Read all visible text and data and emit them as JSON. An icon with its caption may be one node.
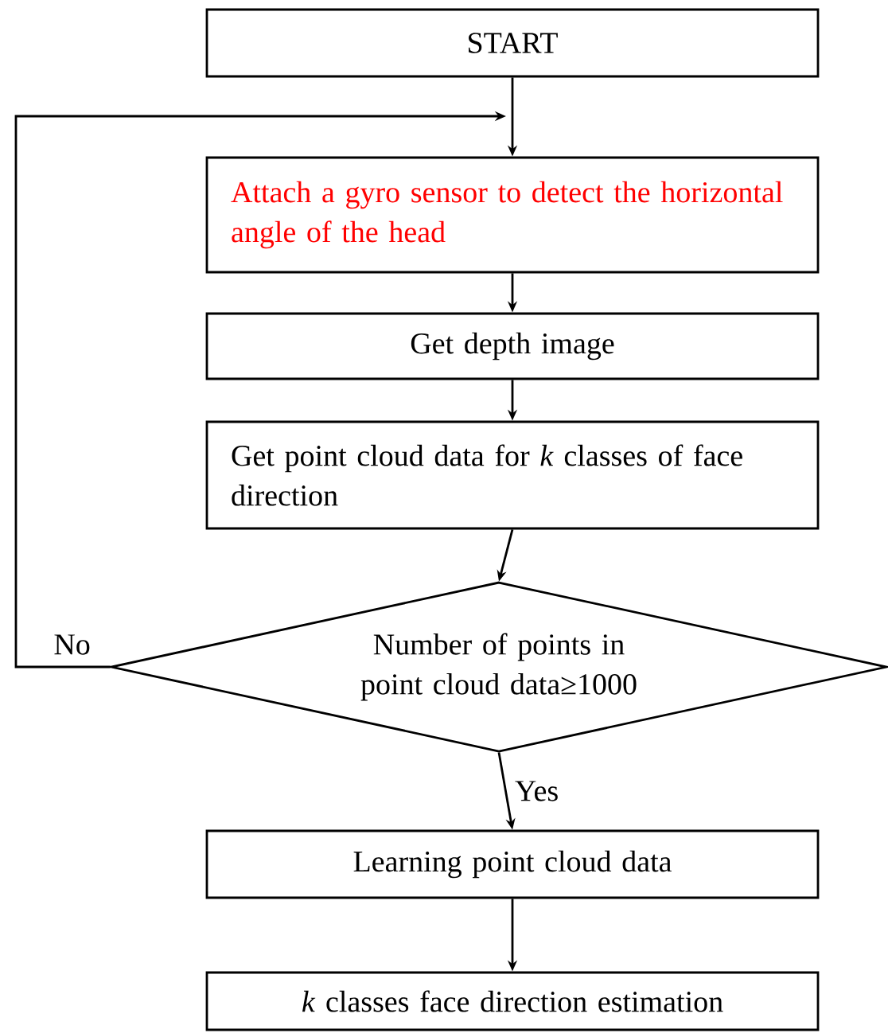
{
  "diagram": {
    "nodes": [
      {
        "text": [
          "START"
        ]
      },
      {
        "text": [
          "Attach a gyro sensor to detect the horizontal angle of the head"
        ]
      },
      {
        "text": [
          "Get depth image"
        ]
      },
      {
        "text": [
          "Get point cloud data for *k* classes of face direction"
        ]
      },
      {
        "text": [
          "Number of points in point cloud data≥1000"
        ]
      },
      {
        "text": [
          "Learning point cloud data"
        ]
      },
      {
        "text": [
          "*k* classes face direction estimation"
        ]
      }
    ],
    "edges": [
      {
        "from": 0,
        "to": 1,
        "arrow": "to"
      },
      {
        "from": 1,
        "to": 2,
        "arrow": "to"
      },
      {
        "from": 2,
        "to": 3,
        "arrow": "to"
      },
      {
        "from": 3,
        "to": 4,
        "arrow": "to"
      },
      {
        "from": 4,
        "to": 5,
        "arrow": "to",
        "label": "Yes"
      },
      {
        "from": 5,
        "to": 6,
        "arrow": "to"
      },
      {
        "from": 4,
        "to": 1,
        "arrow": "to",
        "label": "No"
      }
    ]
  }
}
